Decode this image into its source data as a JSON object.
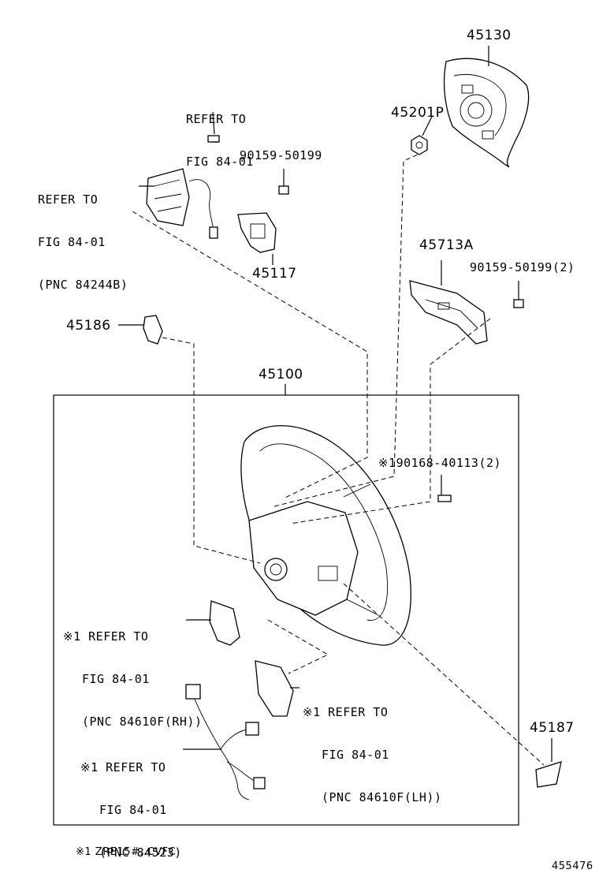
{
  "parts": {
    "p45130": "45130",
    "p45201p": "45201P",
    "p90159_a": "90159-50199",
    "p45117": "45117",
    "p45713a": "45713A",
    "p90159_b": "90159-50199(2)",
    "p45186": "45186",
    "p45100": "45100",
    "p90168": "※190168-40113(2)",
    "p45187": "45187"
  },
  "refs": {
    "r1": {
      "line1": "REFER TO",
      "line2": "FIG 84-01"
    },
    "r2": {
      "line1": "REFER TO",
      "line2": "FIG 84-01",
      "line3": "(PNC 84244B)"
    },
    "r3": {
      "line1": "※1 REFER TO",
      "line2": "FIG 84-01",
      "line3": "(PNC 84610F(RH))"
    },
    "r4": {
      "line1": "※1 REFER TO",
      "line2": "FIG 84-01",
      "line3": "(PNC 84610F(LH))"
    },
    "r5": {
      "line1": "※1 REFER TO",
      "line2": "FIG 84-01",
      "line3": "(PNC 84523)"
    }
  },
  "footnote": "※1 ZRE15#..CVFC",
  "diagram_number": "455476"
}
